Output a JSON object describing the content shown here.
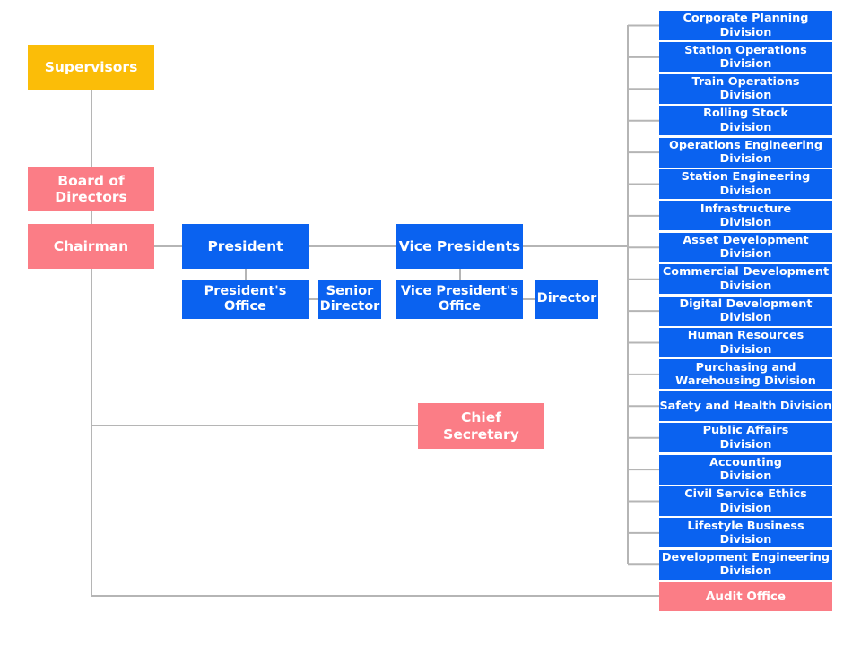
{
  "org_chart": {
    "supervisors": "Supervisors",
    "board": "Board of\nDirectors",
    "chairman": "Chairman",
    "president": "President",
    "presidents_office": "President's Office",
    "senior_director": "Senior\nDirector",
    "vice_presidents": "Vice Presidents",
    "vp_office": "Vice President's\nOffice",
    "director": "Director",
    "chief_secretary": "Chief\nSecretary",
    "audit_office": "Audit Office",
    "divisions": [
      "Corporate Planning\nDivision",
      "Station Operations\nDivision",
      "Train Operations\nDivision",
      "Rolling Stock\nDivision",
      "Operations Engineering\nDivision",
      "Station Engineering\nDivision",
      "Infrastructure\nDivision",
      "Asset Development\nDivision",
      "Commercial Development\nDivision",
      "Digital Development\nDivision",
      "Human Resources\nDivision",
      "Purchasing and\nWarehousing Division",
      "Safety and Health Division",
      "Public Affairs\nDivision",
      "Accounting\nDivision",
      "Civil Service Ethics\nDivision",
      "Lifestyle Business\nDivision",
      "Development Engineering\nDivision"
    ]
  },
  "colors": {
    "executive_blue": "#0a62f0",
    "governance_pink": "#fb7d86",
    "supervisor_gold": "#fbbd08",
    "connector_gray": "#b5b5b5"
  }
}
